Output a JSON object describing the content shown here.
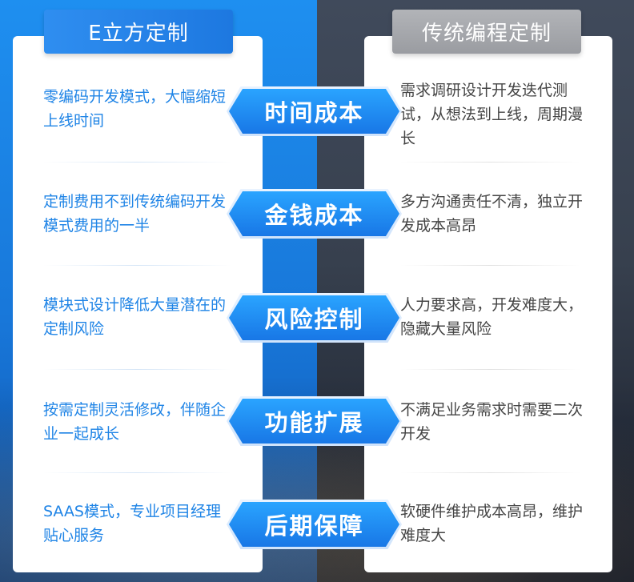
{
  "headers": {
    "left": "E立方定制",
    "right": "传统编程定制"
  },
  "rows": [
    {
      "badge": "时间成本",
      "left": "零编码开发模式，大幅缩短上线时间",
      "right": "需求调研设计开发迭代测试，从想法到上线，周期漫长"
    },
    {
      "badge": "金钱成本",
      "left": "定制费用不到传统编码开发模式费用的一半",
      "right": "多方沟通责任不清，独立开发成本高昂"
    },
    {
      "badge": "风险控制",
      "left": "模块式设计降低大量潜在的定制风险",
      "right": "人力要求高，开发难度大，隐藏大量风险"
    },
    {
      "badge": "功能扩展",
      "left": "按需定制灵活修改，伴随企业一起成长",
      "right": "不满足业务需求时需要二次开发"
    },
    {
      "badge": "后期保障",
      "left": "SAAS模式，专业项目经理贴心服务",
      "right": "软硬件维护成本高昂，维护难度大"
    }
  ],
  "colors": {
    "left_bg": "#1e8ff0",
    "right_bg": "#404a5b",
    "left_text": "#1f84e6",
    "right_text": "#454545",
    "badge": "#1877e6",
    "right_header": "#9a9ca1"
  }
}
